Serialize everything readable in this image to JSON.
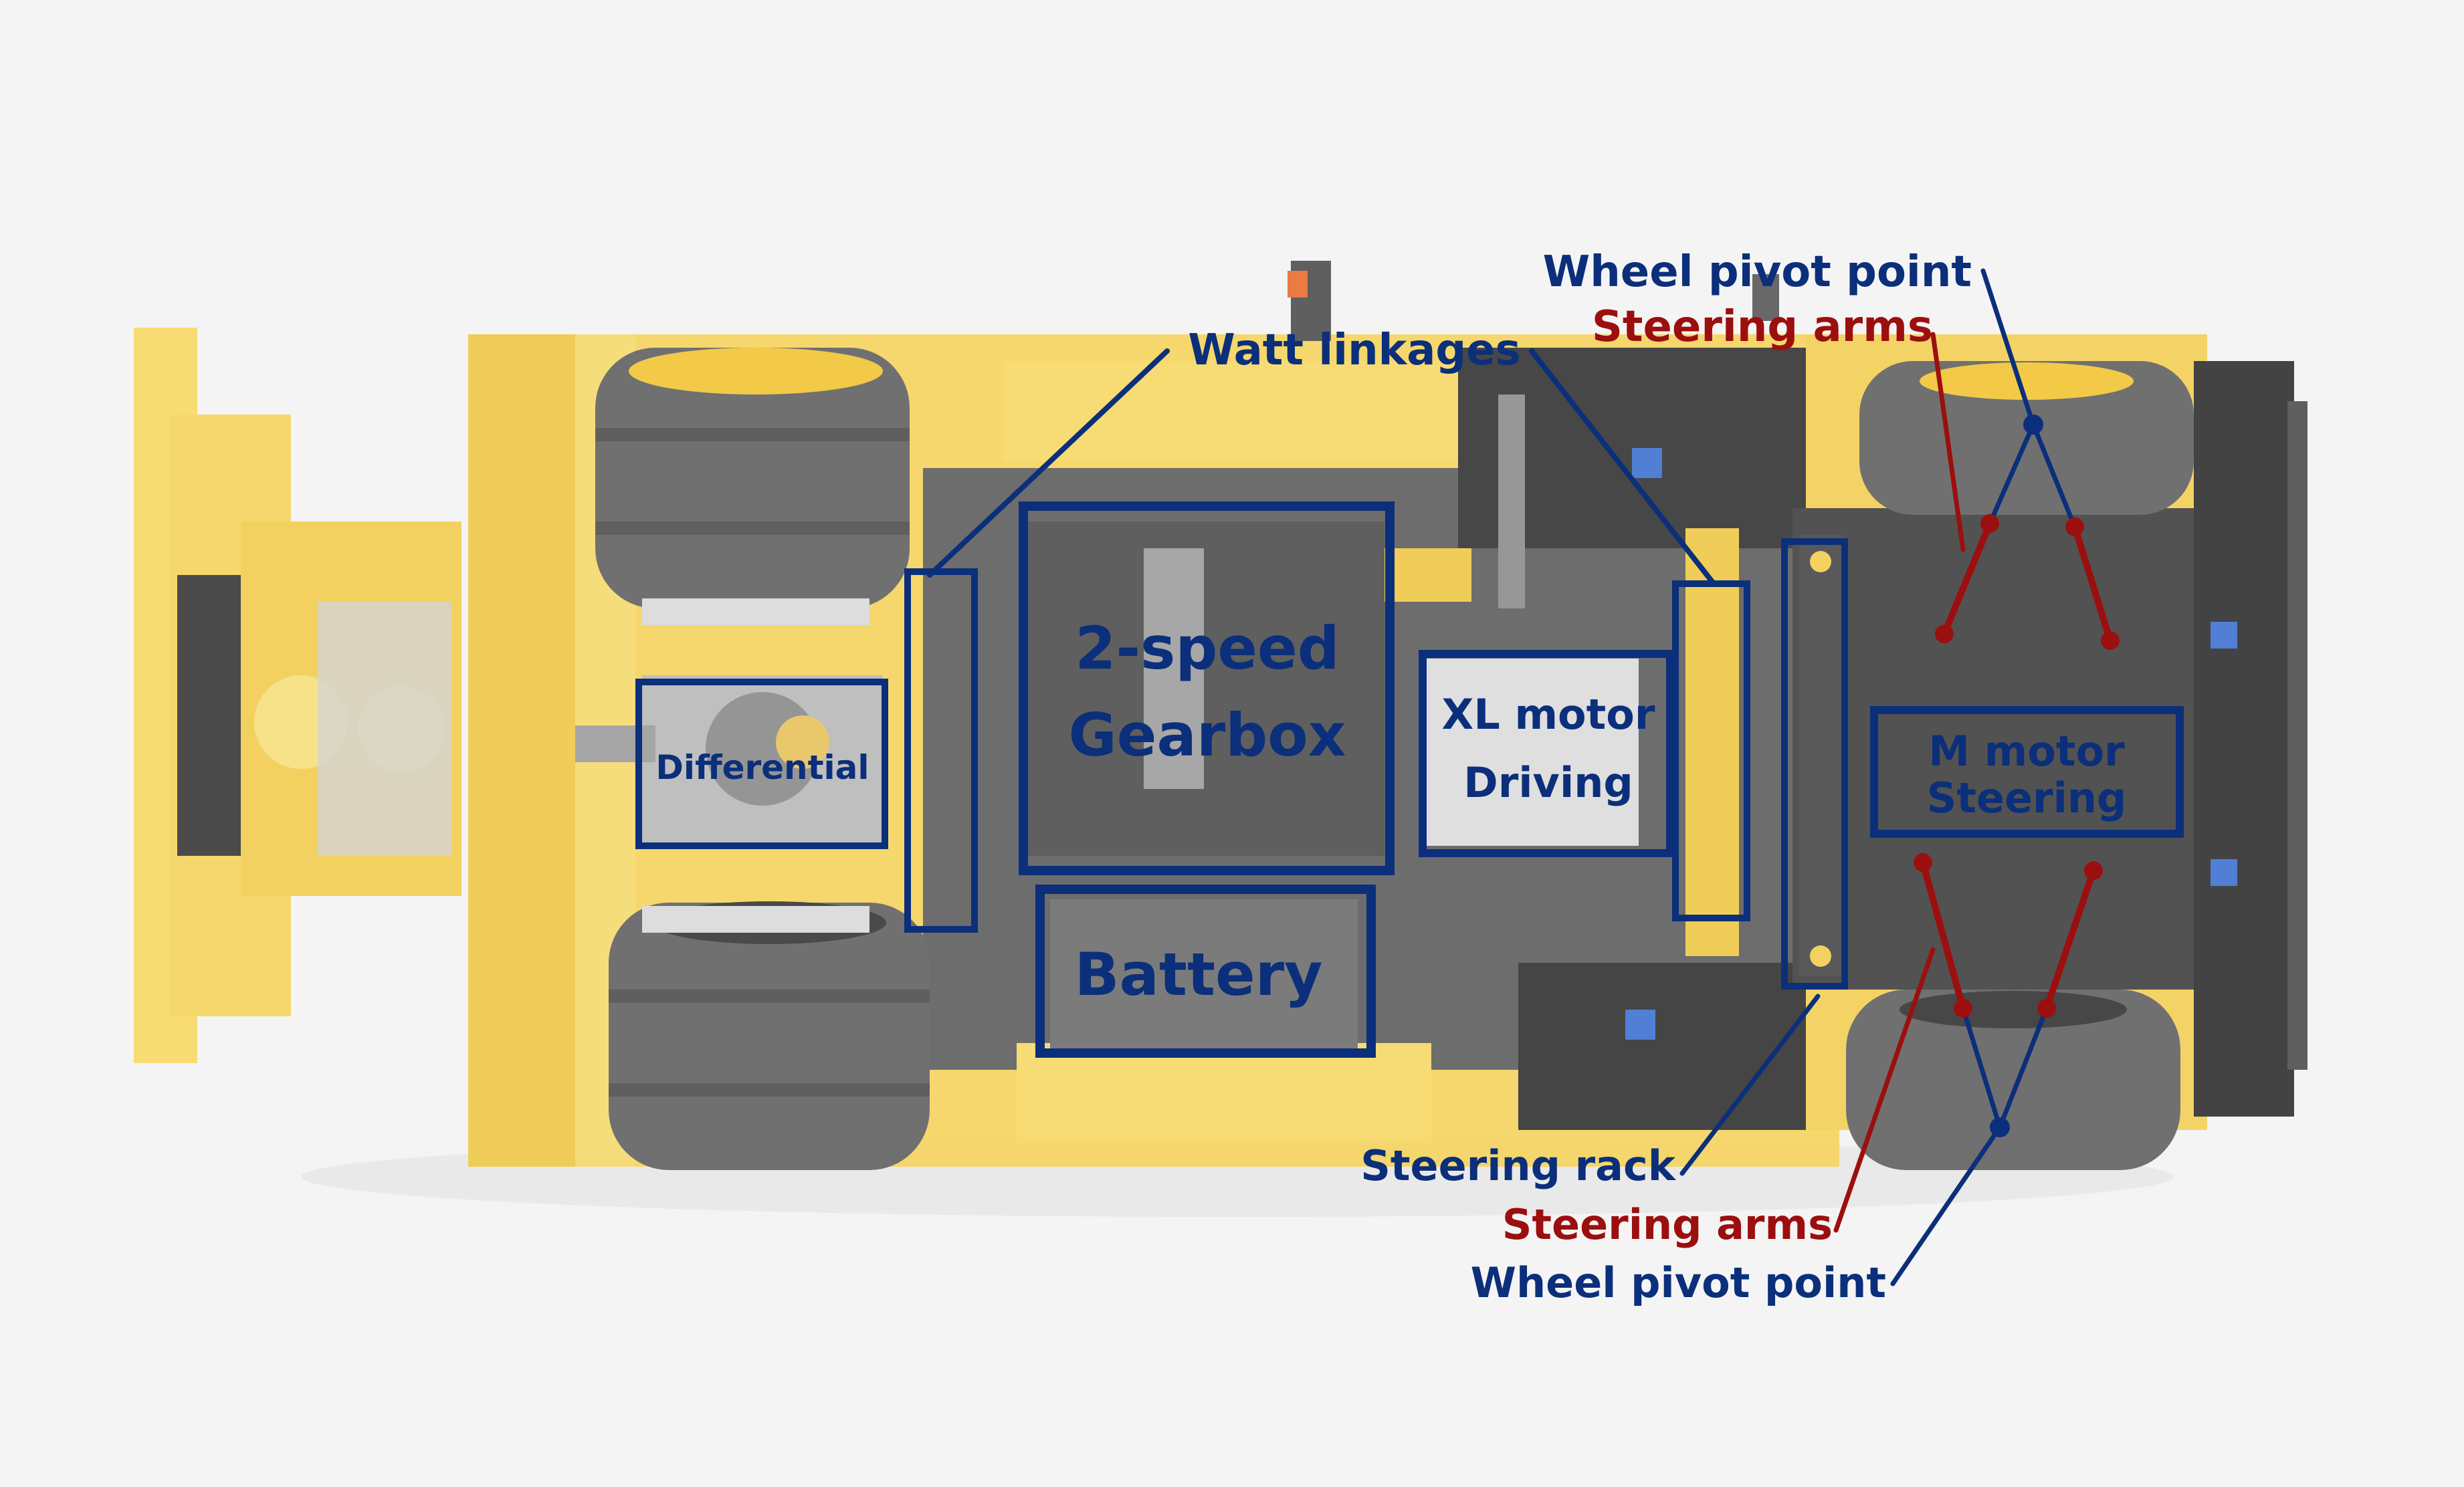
{
  "labels": {
    "wheel_pivot_top": "Wheel pivot point",
    "steering_arms_top": "Steering arms",
    "watt_linkages": "Watt linkages",
    "gearbox_line1": "2-speed",
    "gearbox_line2": "Gearbox",
    "xl_motor_line1": "XL motor",
    "xl_motor_line2": "Driving",
    "m_motor_line1": "M motor",
    "m_motor_line2": "Steering",
    "differential": "Differential",
    "battery": "Battery",
    "steering_rack": "Steering rack",
    "steering_arms_bottom": "Steering arms",
    "wheel_pivot_bottom": "Wheel pivot point"
  },
  "colors": {
    "annotation_blue": "#0b2f7a",
    "annotation_red": "#9c0f0f",
    "body_yellow": "#f5d35a",
    "tire_gray": "#5e5e5e",
    "chassis_dark": "#3a3a3a",
    "background": "#f4f4f4"
  }
}
